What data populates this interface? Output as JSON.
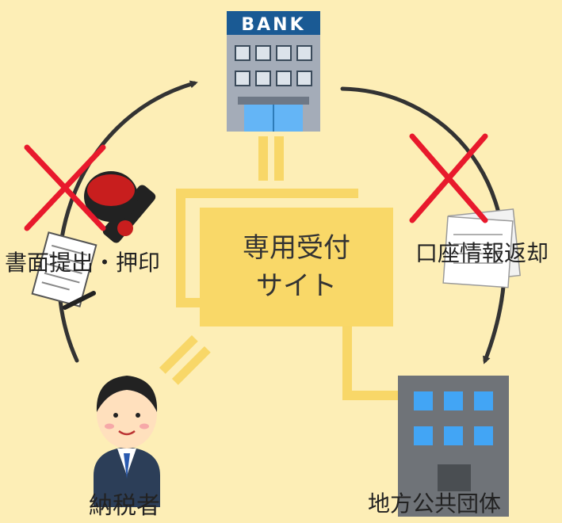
{
  "colors": {
    "background": "#fdeeb6",
    "connector": "#f8d768",
    "center_box": "#f9d868",
    "arrow": "#333333",
    "cross": "#e8192c",
    "bank_body": "#a4acb8",
    "bank_sign": "#1a5a94",
    "office_body": "#6f7378",
    "window_blue": "#42a5f5"
  },
  "bank": {
    "sign_text": "BANK"
  },
  "center": {
    "line1": "専用受付",
    "line2": "サイト"
  },
  "labels": {
    "left": "書面提出・押印",
    "right": "口座情報返却",
    "taxpayer": "納税者",
    "government": "地方公共団体"
  },
  "icons": {
    "bank": "bank-building-icon",
    "office": "office-building-icon",
    "person": "businessman-icon",
    "stamp": "hanko-stamp-icon",
    "papers": "paper-stack-icon"
  }
}
